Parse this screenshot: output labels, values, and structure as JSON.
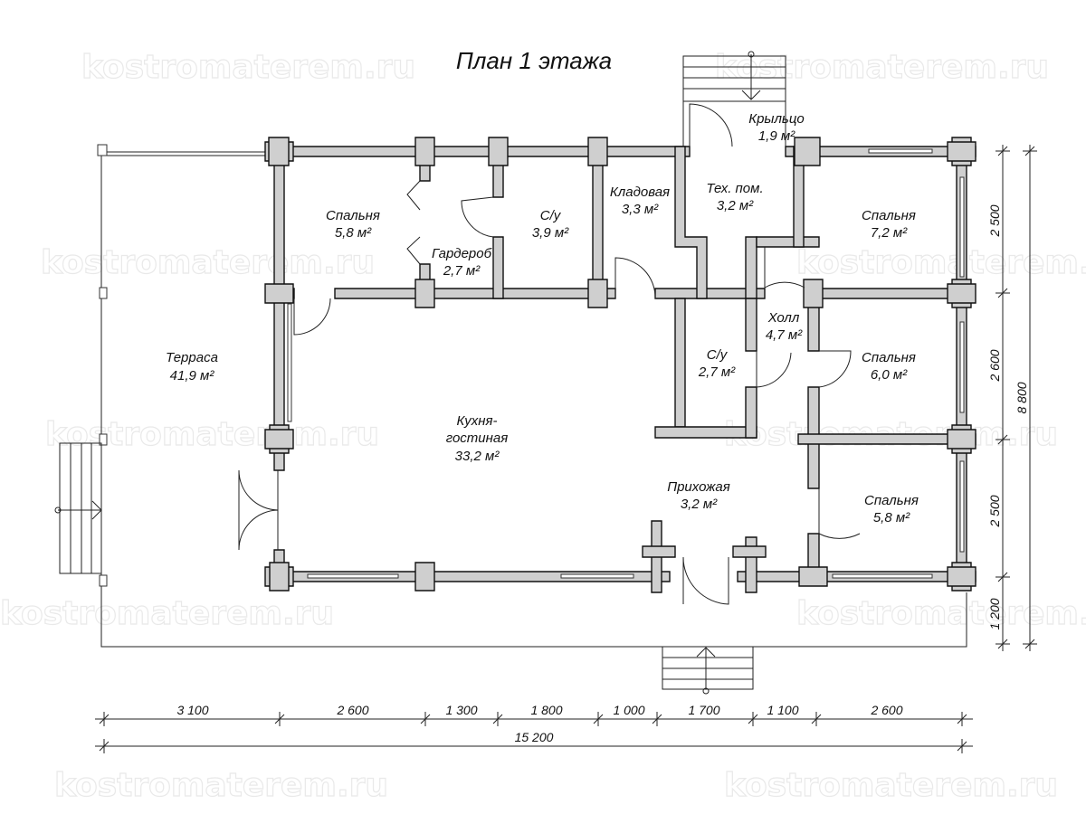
{
  "title": "План 1 этажа",
  "watermark": "kostromaterem.ru",
  "rooms": [
    {
      "key": "terrace",
      "name": "Терраса",
      "area": "41,9 м²"
    },
    {
      "key": "bedroom1",
      "name": "Спальня",
      "area": "5,8 м²"
    },
    {
      "key": "wardrobe",
      "name": "Гардероб",
      "area": "2,7 м²"
    },
    {
      "key": "wc1",
      "name": "С/у",
      "area": "3,9 м²"
    },
    {
      "key": "pantry",
      "name": "Кладовая",
      "area": "3,3 м²"
    },
    {
      "key": "tech",
      "name": "Тех. пом.",
      "area": "3,2 м²"
    },
    {
      "key": "porch",
      "name": "Крыльцо",
      "area": "1,9 м²"
    },
    {
      "key": "bedroom2",
      "name": "Спальня",
      "area": "7,2 м²"
    },
    {
      "key": "hall",
      "name": "Холл",
      "area": "4,7 м²"
    },
    {
      "key": "wc2",
      "name": "С/у",
      "area": "2,7 м²"
    },
    {
      "key": "bedroom3",
      "name": "Спальня",
      "area": "6,0 м²"
    },
    {
      "key": "kitchen",
      "name": "Кухня-\nгостиная",
      "area": "33,2 м²"
    },
    {
      "key": "entry",
      "name": "Прихожая",
      "area": "3,2 м²"
    },
    {
      "key": "bedroom4",
      "name": "Спальня",
      "area": "5,8 м²"
    }
  ],
  "dims_bottom": [
    "3 100",
    "2 600",
    "1 300",
    "1 800",
    "1 000",
    "1 700",
    "1 100",
    "2 600"
  ],
  "dim_total_width": "15 200",
  "dims_right": [
    "2 500",
    "2 600",
    "2 500",
    "1 200"
  ],
  "dim_total_depth": "8 800",
  "colors": {
    "wall_fill": "#cfcfcf",
    "line": "#111111",
    "watermark": "#e9e9e9"
  }
}
